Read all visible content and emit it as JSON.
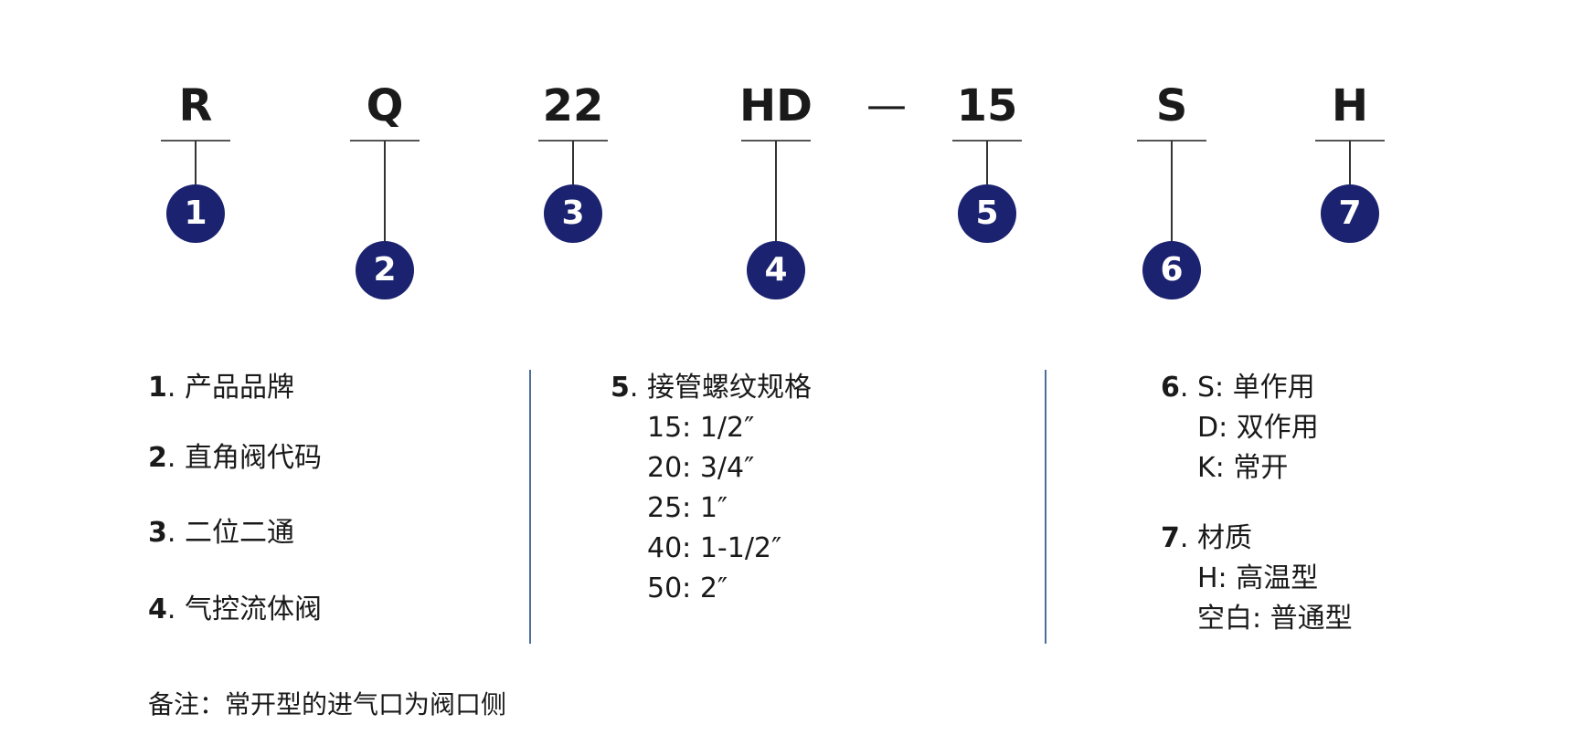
{
  "code": {
    "segments": [
      "R",
      "Q",
      "22",
      "HD",
      "15",
      "S",
      "H"
    ],
    "dash": "—"
  },
  "markers": [
    "1",
    "2",
    "3",
    "4",
    "5",
    "6",
    "7"
  ],
  "legend": {
    "col1": [
      {
        "num": "1",
        "label": ". 产品品牌"
      },
      {
        "num": "2",
        "label": ". 直角阀代码"
      },
      {
        "num": "3",
        "label": ". 二位二通"
      },
      {
        "num": "4",
        "label": ". 气控流体阀"
      }
    ],
    "col2": {
      "num": "5",
      "label": ". 接管螺纹规格",
      "items": [
        "15: 1/2″",
        "20: 3/4″",
        "25: 1″",
        "40: 1-1/2″",
        "50: 2″"
      ]
    },
    "col3": {
      "item6": {
        "num": "6",
        "label": ". S: 单作用",
        "items": [
          "D: 双作用",
          "K: 常开"
        ]
      },
      "item7": {
        "num": "7",
        "label": ". 材质",
        "items": [
          "H: 高温型",
          "空白: 普通型"
        ]
      }
    }
  },
  "note": "备注：常开型的进气口为阀口侧",
  "colors": {
    "marker": "#1b2270",
    "divider": "#4c6fa0",
    "text": "#1a1a1a"
  }
}
